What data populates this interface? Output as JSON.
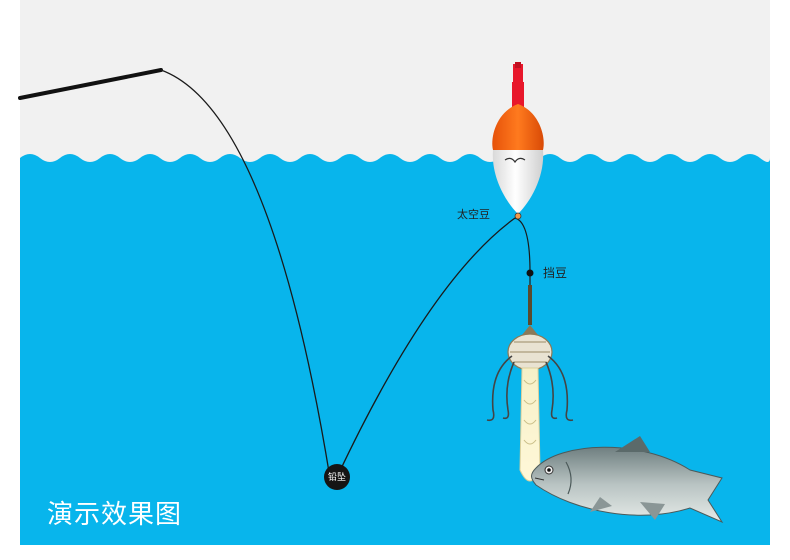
{
  "labels": {
    "float_bean": "太空豆",
    "stop_bean": "挡豆",
    "sinker": "铅坠",
    "title": "演示效果图"
  },
  "colors": {
    "sky": "#f1f1f1",
    "water": "#08b5ec",
    "float_top": "#ff6a0f",
    "float_tip": "#e8172b",
    "line": "#1a1a1a"
  },
  "icons": [
    "fishing-rod-icon",
    "fishing-float-icon",
    "bait-cage-icon",
    "fish-icon",
    "lead-sinker-icon"
  ]
}
